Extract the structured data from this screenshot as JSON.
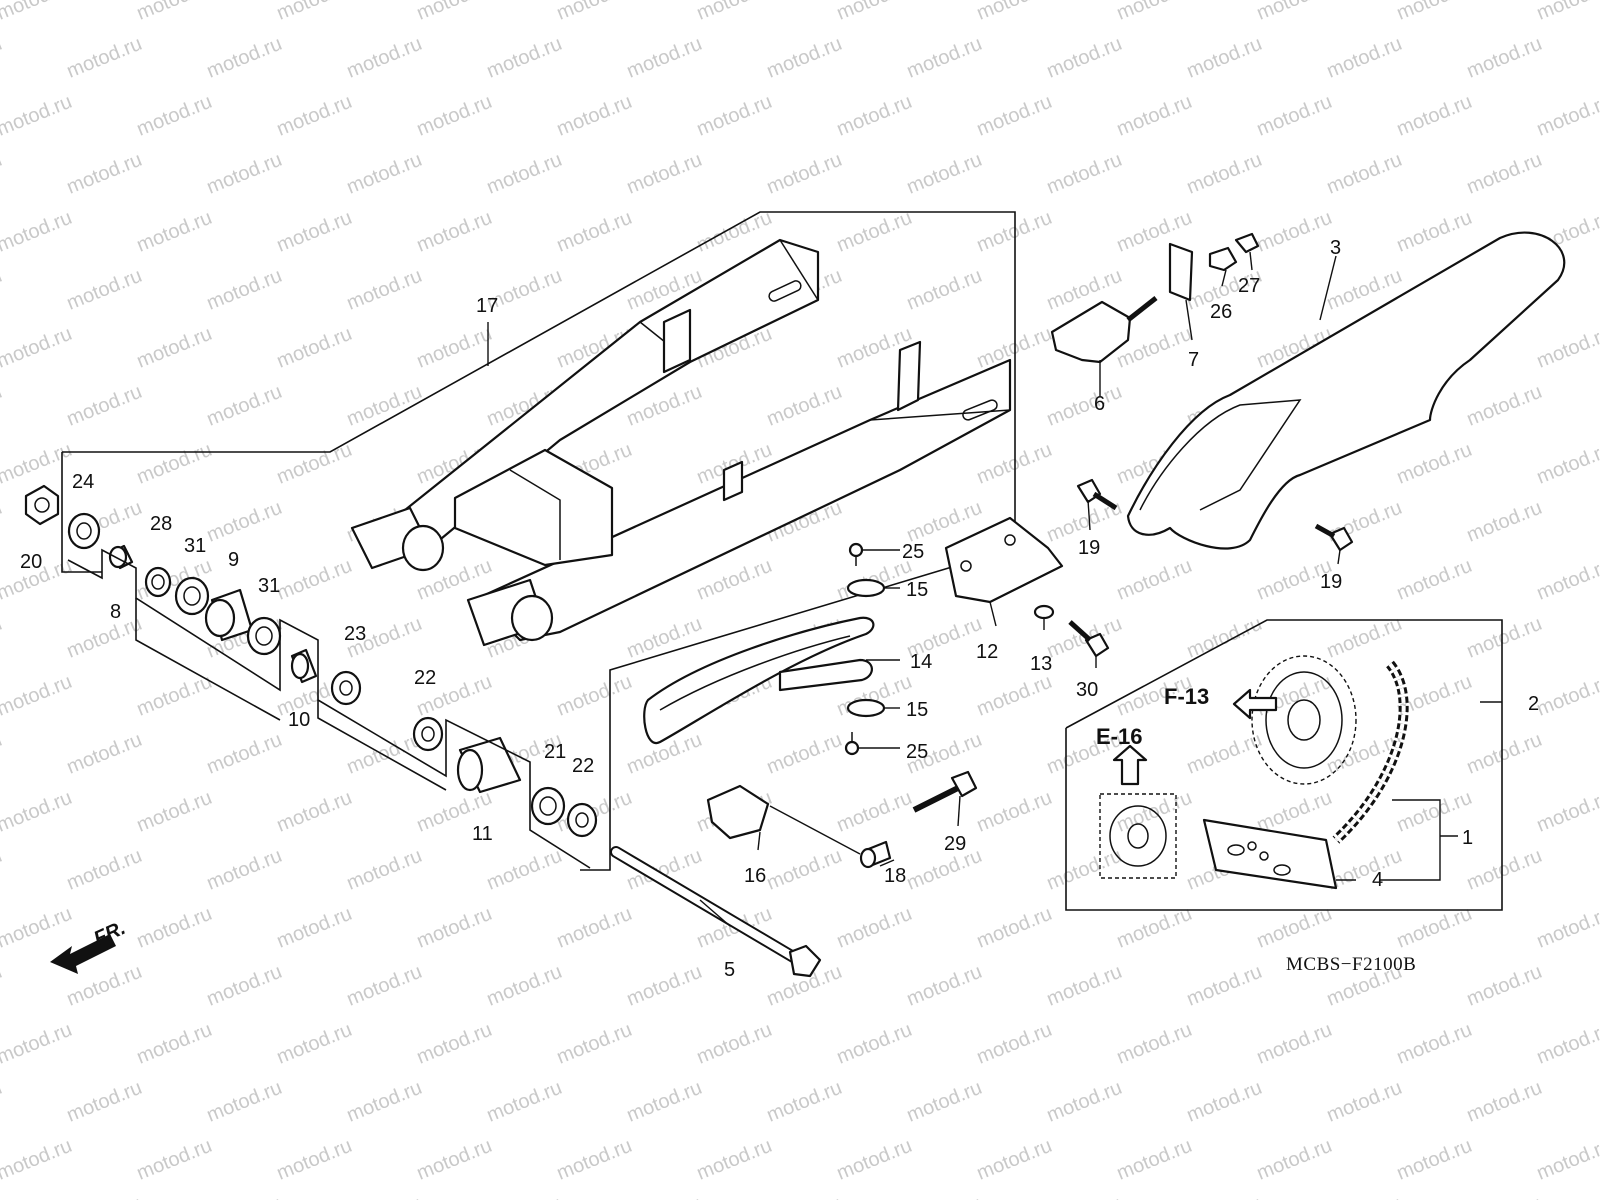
{
  "watermark": "motod.ru",
  "diagram_code": "MCBS−F2100B",
  "front_marker": "FR.",
  "refs": {
    "f13": "F-13",
    "e16": "E-16"
  },
  "callouts": [
    "1",
    "2",
    "3",
    "4",
    "5",
    "6",
    "7",
    "8",
    "9",
    "10",
    "11",
    "12",
    "13",
    "14",
    "15",
    "15",
    "16",
    "17",
    "18",
    "19",
    "19",
    "20",
    "21",
    "22",
    "22",
    "23",
    "24",
    "25",
    "25",
    "26",
    "27",
    "28",
    "29",
    "30",
    "31",
    "31"
  ]
}
